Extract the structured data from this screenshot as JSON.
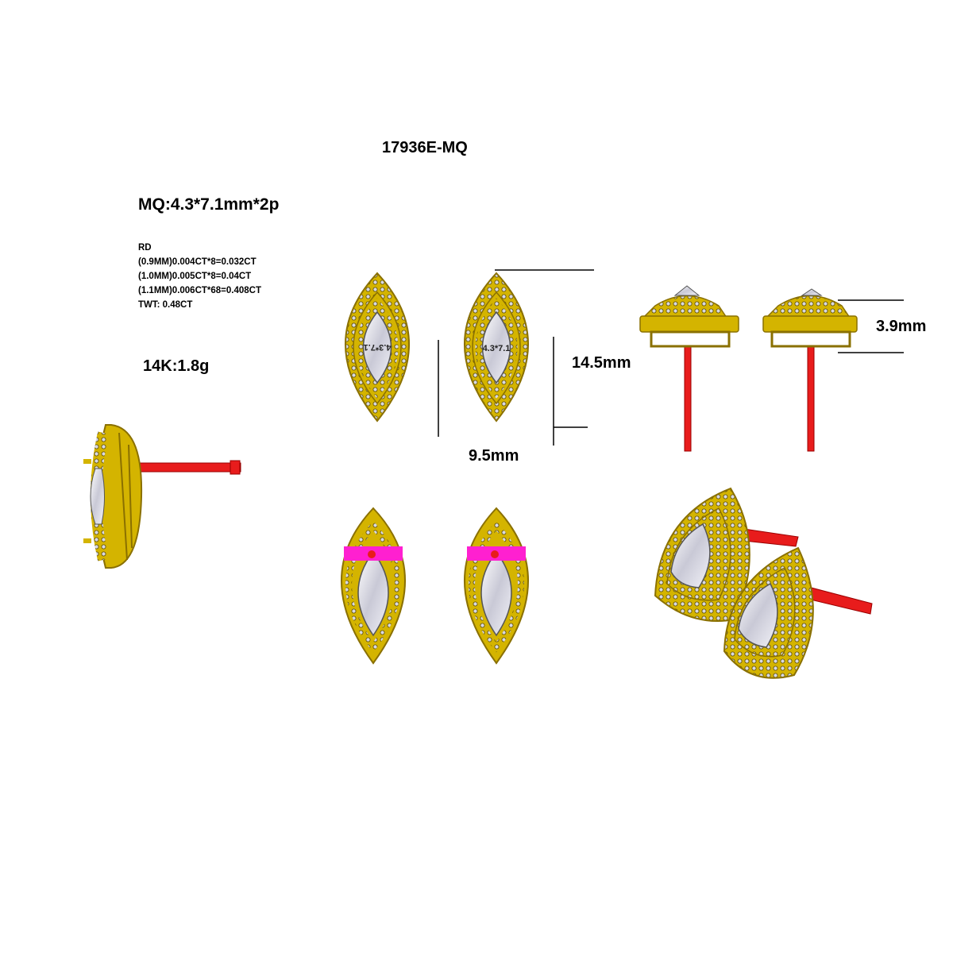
{
  "header": {
    "model_code": "17936E-MQ"
  },
  "stone": {
    "main_stone": "MQ:4.3*7.1mm*2p"
  },
  "side_stones": {
    "type": "RD",
    "rows": [
      "(0.9MM)0.004CT*8=0.032CT",
      "(1.0MM)0.005CT*8=0.04CT",
      "(1.1MM)0.006CT*68=0.408CT"
    ],
    "total": "TWT:  0.48CT"
  },
  "metal": {
    "weight": "14K:1.8g"
  },
  "dimensions": {
    "length": "14.5mm",
    "width": "9.5mm",
    "height": "3.9mm"
  },
  "stone_engraving": "4.3*7.1",
  "colors": {
    "gold": "#d4b400",
    "gold_dark": "#8a7000",
    "post": "#e81c1c",
    "marker": "#ff20d0",
    "diamond": "#e6e6ef"
  }
}
